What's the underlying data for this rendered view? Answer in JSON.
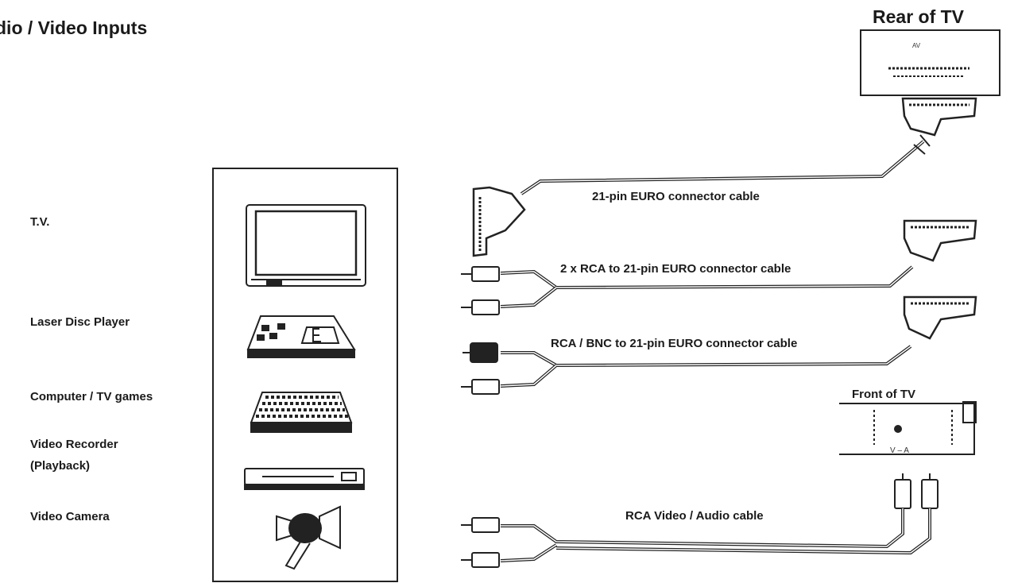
{
  "title": "dio / Video Inputs",
  "rear_label": "Rear of TV",
  "front_label": "Front of TV",
  "sources": [
    {
      "label": "T.V.",
      "icon": "tv-icon"
    },
    {
      "label": "Laser Disc Player",
      "icon": "laser-disc-player-icon"
    },
    {
      "label": "Computer / TV games",
      "icon": "computer-keyboard-icon"
    },
    {
      "label": "Video Recorder",
      "icon": "video-recorder-icon"
    },
    {
      "label": "(Playback)",
      "icon": ""
    },
    {
      "label": "Video Camera",
      "icon": "video-camera-icon"
    }
  ],
  "cables": [
    {
      "label": "21-pin EURO connector cable"
    },
    {
      "label": "2 x RCA to 21-pin EURO connector cable"
    },
    {
      "label": "RCA / BNC to 21-pin EURO connector cable"
    },
    {
      "label": "RCA Video / Audio cable"
    }
  ],
  "rear_panel_mark": "AV",
  "front_panel_mark": "V – A"
}
